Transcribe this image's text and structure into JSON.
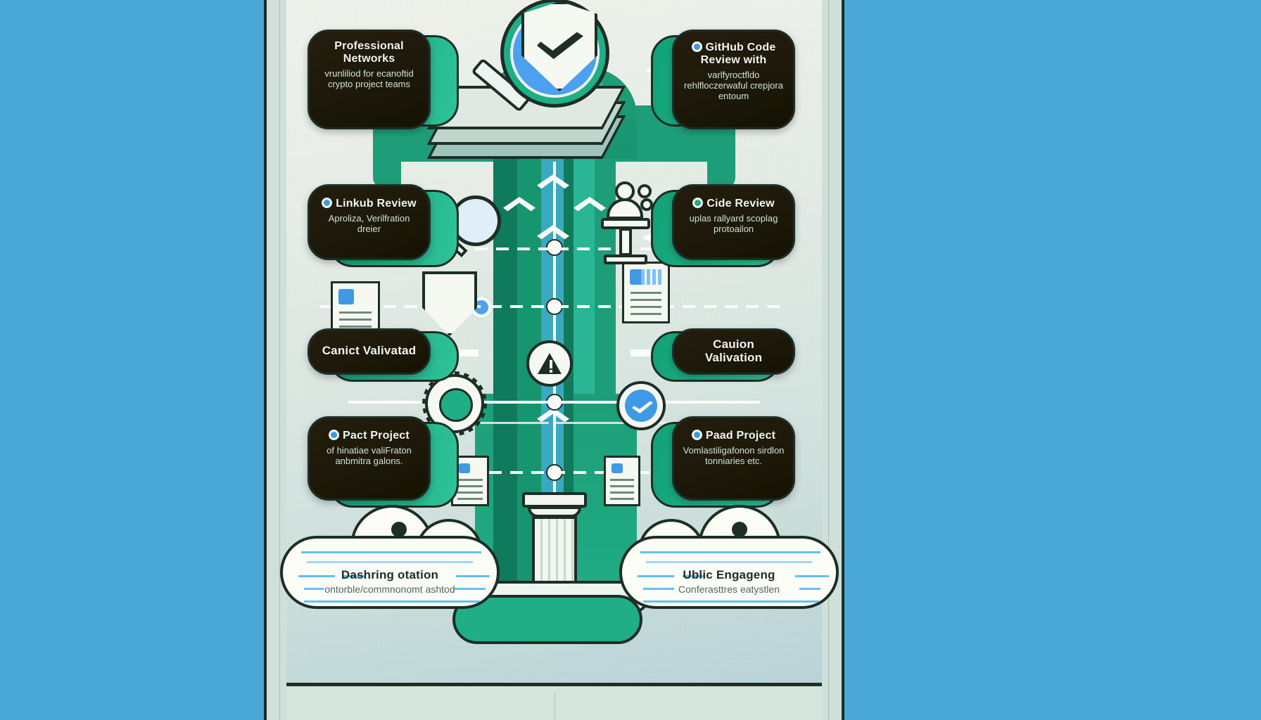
{
  "background": {
    "color": "#4aa8d8"
  },
  "frame": {
    "panel_color": "#cfe0da",
    "border_color": "#1d2e26"
  },
  "emblem": {
    "name": "verified-shield-magnifier",
    "shield_color": "#f6f9f2",
    "lens_color": "#4d9ff0",
    "ring_color": "#1fae86",
    "check_color": "#1d2e26"
  },
  "cards": {
    "left": [
      {
        "title": "Professional Networks",
        "subtitle": "vrunliliod for ecanoftid crypto project teams",
        "bullet": "none",
        "arrow": "right"
      },
      {
        "title": "Linkub Review",
        "subtitle": "Aproliza, Verilfration dreier",
        "bullet": "blue",
        "arrow": "right"
      },
      {
        "title": "Canict Valivatad",
        "subtitle": "",
        "bullet": "none",
        "arrow": "left"
      },
      {
        "title": "Pact Project",
        "subtitle": "of hinatiae valiFraton anbmitra galons.",
        "bullet": "blue",
        "arrow": "none"
      }
    ],
    "right": [
      {
        "title": "GitHub Code Review with",
        "subtitle": "varlfyroctfldo rehlfloczerwaful crepjora entoum",
        "bullet": "blue",
        "arrow": "left"
      },
      {
        "title": "Cide Review",
        "subtitle": "uplas rallyard scoplag protoailon",
        "bullet": "green",
        "arrow": "left"
      },
      {
        "title": "Cauion Valivation",
        "subtitle": "",
        "bullet": "none",
        "arrow": "right"
      },
      {
        "title": "Paad Project",
        "subtitle": "Vomlastiligafonon sirdlon tonniaries etc.",
        "bullet": "blue",
        "arrow": "none"
      }
    ]
  },
  "clouds": {
    "left": {
      "name": "dashboard-cloud",
      "title": "Dashring otation",
      "subtitle": "ontorble/commnonomt ashtod"
    },
    "right": {
      "name": "public-engagement-cloud",
      "title": "Ublic Engageng",
      "subtitle": "Conferasttres eatystlen"
    }
  },
  "icons": [
    {
      "name": "magnifier-icon"
    },
    {
      "name": "person-shield-icon"
    },
    {
      "name": "document-icon"
    },
    {
      "name": "warning-icon"
    },
    {
      "name": "gear-icon"
    },
    {
      "name": "verified-badge-icon"
    },
    {
      "name": "podium-speaker-icon"
    },
    {
      "name": "pillar-icon"
    }
  ],
  "palette": {
    "green": "#1fae86",
    "deep_green": "#12805f",
    "teal": "#3aa9c0",
    "blue": "#4d9ff0",
    "card_dark": "#1b1708",
    "outline": "#1d2e26",
    "cream": "#f6f9f2"
  }
}
